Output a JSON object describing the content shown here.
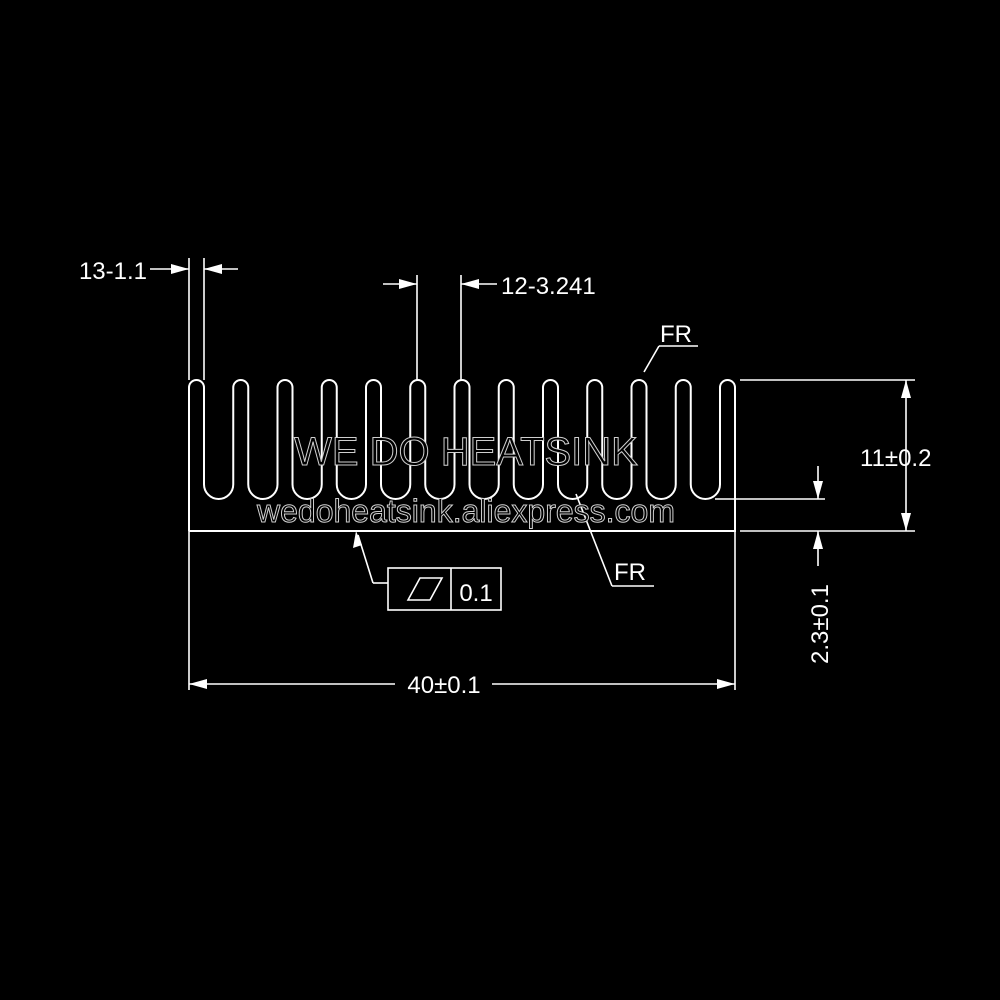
{
  "drawing": {
    "fin_thickness_label": "13-1.1",
    "fin_gap_label": "12-3.241",
    "fillet_label_top": "FR",
    "fillet_label_bottom": "FR",
    "height_label": "11±0.2",
    "base_thickness_label": "2.3±0.1",
    "width_label": "40±0.1",
    "flatness_tolerance": "0.1",
    "flatness_symbol": "flatness-parallelogram-icon",
    "fin_count": 13,
    "gap_count": 12
  },
  "watermark": {
    "brand": "WE DO HEATSINK",
    "url": "wedoheatsink.aliexpress.com"
  },
  "colors": {
    "background": "#000000",
    "line": "#ffffff"
  }
}
